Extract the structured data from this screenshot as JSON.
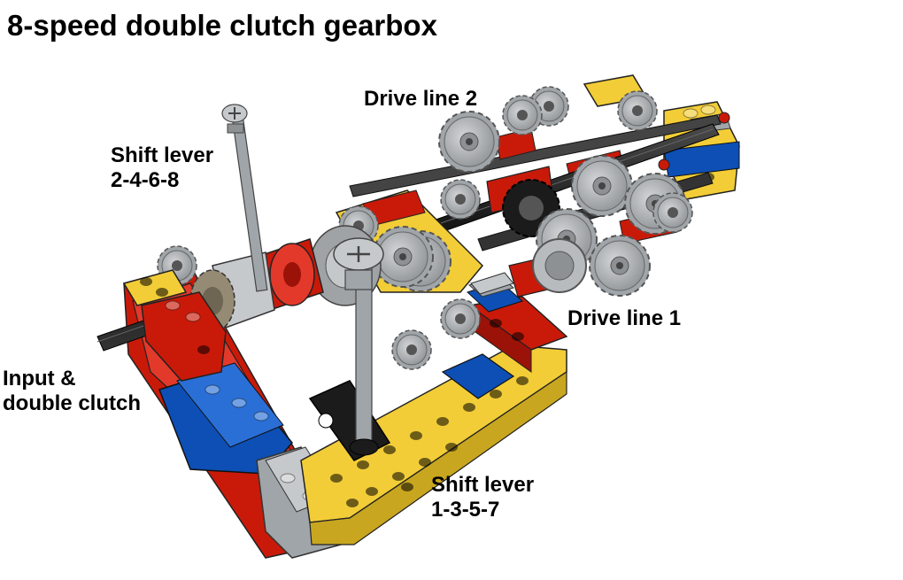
{
  "title": "8-speed double clutch gearbox",
  "labels": {
    "drive_line_2": "Drive line 2",
    "shift_lever_2468": {
      "line1": "Shift lever",
      "line2": "2-4-6-8"
    },
    "drive_line_1": "Drive line 1",
    "input_double_clutch": {
      "line1": "Input &",
      "line2": "double clutch"
    },
    "shift_lever_1357": {
      "line1": "Shift lever",
      "line2": "1-3-5-7"
    }
  },
  "colors": {
    "yellow": "#f2cd37",
    "red": "#c91a09",
    "blue": "#0d4fb5",
    "light_gray": "#a0a5a9",
    "dark_gray": "#6b6e70",
    "black": "#1b1b1b",
    "tan": "#958a73"
  }
}
